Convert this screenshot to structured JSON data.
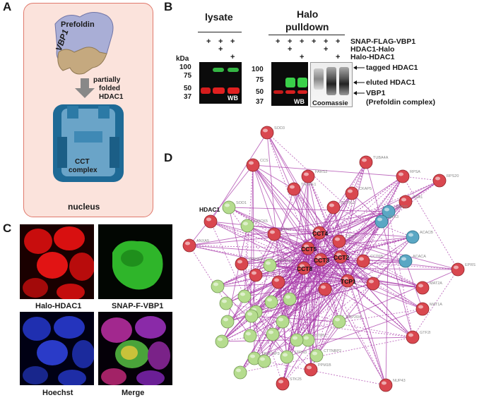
{
  "panels": {
    "a": {
      "label": "A",
      "prefoldin": "Prefoldin",
      "vbp1": "VBP1",
      "partially_folded": [
        "partially",
        "folded",
        "HDAC1"
      ],
      "cct": [
        "CCT",
        "complex"
      ],
      "nucleus": "nucleus"
    },
    "b": {
      "label": "B",
      "lysate": "lysate",
      "halo_pulldown": [
        "Halo",
        "pulldown"
      ],
      "rows": [
        "SNAP-FLAG-VBP1",
        "HDAC1-Halo",
        "Halo-HDAC1"
      ],
      "plus": "+",
      "kda": "kDa",
      "markers_left": [
        "100",
        "75",
        "50",
        "37"
      ],
      "markers_mid": [
        "100",
        "75",
        "50",
        "37"
      ],
      "wb": "WB",
      "coomassie": "Coomassie",
      "arrows": [
        "tagged HDAC1",
        "eluted HDAC1",
        "VBP1",
        "(Prefoldin complex)"
      ]
    },
    "c": {
      "label": "C",
      "images": [
        "Halo-HDAC1",
        "SNAP-F-VBP1",
        "Hoechst",
        "Merge"
      ]
    },
    "d": {
      "label": "D",
      "bold_nodes": [
        "HDAC1",
        "CCT4",
        "CCT5",
        "CCT3",
        "CCT2",
        "CCT8",
        "TCP1"
      ],
      "gray_nodes": [
        "SOD3",
        "CCS",
        "FARS2",
        "TUBA4A",
        "THSPE1",
        "CKAP5",
        "RPSA",
        "RPS20",
        "SOD1",
        "CCT6L2",
        "SSR1",
        "ZAP70",
        "SYK3",
        "DOCK5",
        "PFN1",
        "CCT7",
        "ACACB",
        "ACACA",
        "ANXA5",
        "CCT6B",
        "PPP2R5",
        "PPP1CB",
        "MAT2A",
        "EPRS",
        "MAT1A",
        "PPP2R4",
        "GTF2I",
        "STRN",
        "CTTNBP2",
        "PPM1B",
        "TRAF3IP3",
        "STRN3",
        "NUP43",
        "STK25"
      ]
    }
  },
  "colors": {
    "red_node": "#d9474f",
    "green_node": "#b5dc8e",
    "blue_node": "#5aa7c4",
    "edge": "#a83aa8",
    "nucleus_bg": "#fbe3dc",
    "nucleus_border": "#e0796c"
  }
}
